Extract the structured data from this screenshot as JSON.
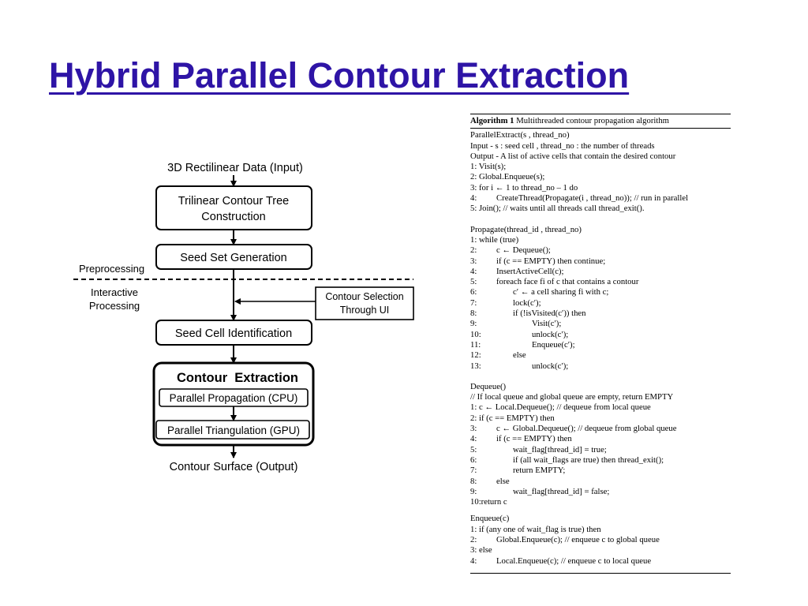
{
  "slide": {
    "title": "Hybrid Parallel Contour Extraction"
  },
  "flowchart": {
    "input_label": "3D Rectilinear Data (Input)",
    "box1_line1": "Trilinear Contour Tree",
    "box1_line2": "Construction",
    "box2": "Seed Set Generation",
    "preprocessing": "Preprocessing",
    "interactive_line1": "Interactive",
    "interactive_line2": "Processing",
    "side_line1": "Contour Selection",
    "side_line2": "Through UI",
    "box3": "Seed Cell Identification",
    "extraction_title": "Contour  Extraction",
    "sub1": "Parallel Propagation (CPU)",
    "sub2": "Parallel Triangulation (GPU)",
    "output_label": "Contour Surface (Output)"
  },
  "algorithm": {
    "caption_bold": "Algorithm 1",
    "caption_text": " Multithreaded contour propagation algorithm",
    "lines": {
      "pe_header": "ParallelExtract(s , thread_no)",
      "pe_input": "Input - s : seed cell , thread_no : the number of threads",
      "pe_output": "Output - A list of active cells that contain the desired contour",
      "pe_1": "1: Visit(s);",
      "pe_2": "2: Global.Enqueue(s);",
      "pe_3": "3: for i ← 1 to thread_no – 1 do",
      "pe_4": "CreateThread(Propagate(i , thread_no)); // run in parallel",
      "pe_5": "5: Join(); // waits until all threads call thread_exit().",
      "pr_header": "Propagate(thread_id , thread_no)",
      "pr_1": "1: while (true)",
      "pr_2": "c ← Dequeue();",
      "pr_3": "if (c == EMPTY) then continue;",
      "pr_4": "InsertActiveCell(c);",
      "pr_5": "foreach face fi of c that contains a contour",
      "pr_6": "c′ ← a cell sharing fi with c;",
      "pr_7": "lock(c′);",
      "pr_8": "if (!isVisited(c′)) then",
      "pr_9": "Visit(c′);",
      "pr_10": "unlock(c′);",
      "pr_11": "Enqueue(c′);",
      "pr_12": "else",
      "pr_13": "unlock(c′);",
      "dq_header": "Dequeue()",
      "dq_comment": "// If local queue and global queue are empty, return EMPTY",
      "dq_1": "1: c ← Local.Dequeue(); // dequeue from local queue",
      "dq_2": "2: if (c == EMPTY) then",
      "dq_3": "c ← Global.Dequeue(); // dequeue from global queue",
      "dq_4": "if (c == EMPTY) then",
      "dq_5": "wait_flag[thread_id] = true;",
      "dq_6": "if (all wait_flags are true) then thread_exit();",
      "dq_7": "return EMPTY;",
      "dq_8": "else",
      "dq_9": "wait_flag[thread_id] = false;",
      "dq_10": "10:return c",
      "en_header": "Enqueue(c)",
      "en_1": "1: if (any one of wait_flag is true) then",
      "en_2": "Global.Enqueue(c); // enqueue c to global queue",
      "en_3": "3: else",
      "en_4": "Local.Enqueue(c); // enqueue c to local queue"
    },
    "nums": {
      "pe_4": "4:",
      "pr_2": "2:",
      "pr_3": "3:",
      "pr_4": "4:",
      "pr_5": "5:",
      "pr_6": "6:",
      "pr_7": "7:",
      "pr_8": "8:",
      "pr_9": "9:",
      "pr_10": "10:",
      "pr_11": "11:",
      "pr_12": "12:",
      "pr_13": "13:",
      "dq_3": "3:",
      "dq_4": "4:",
      "dq_5": "5:",
      "dq_6": "6:",
      "dq_7": "7:",
      "dq_8": "8:",
      "dq_9": "9:",
      "en_2": "2:",
      "en_4": "4:"
    }
  }
}
